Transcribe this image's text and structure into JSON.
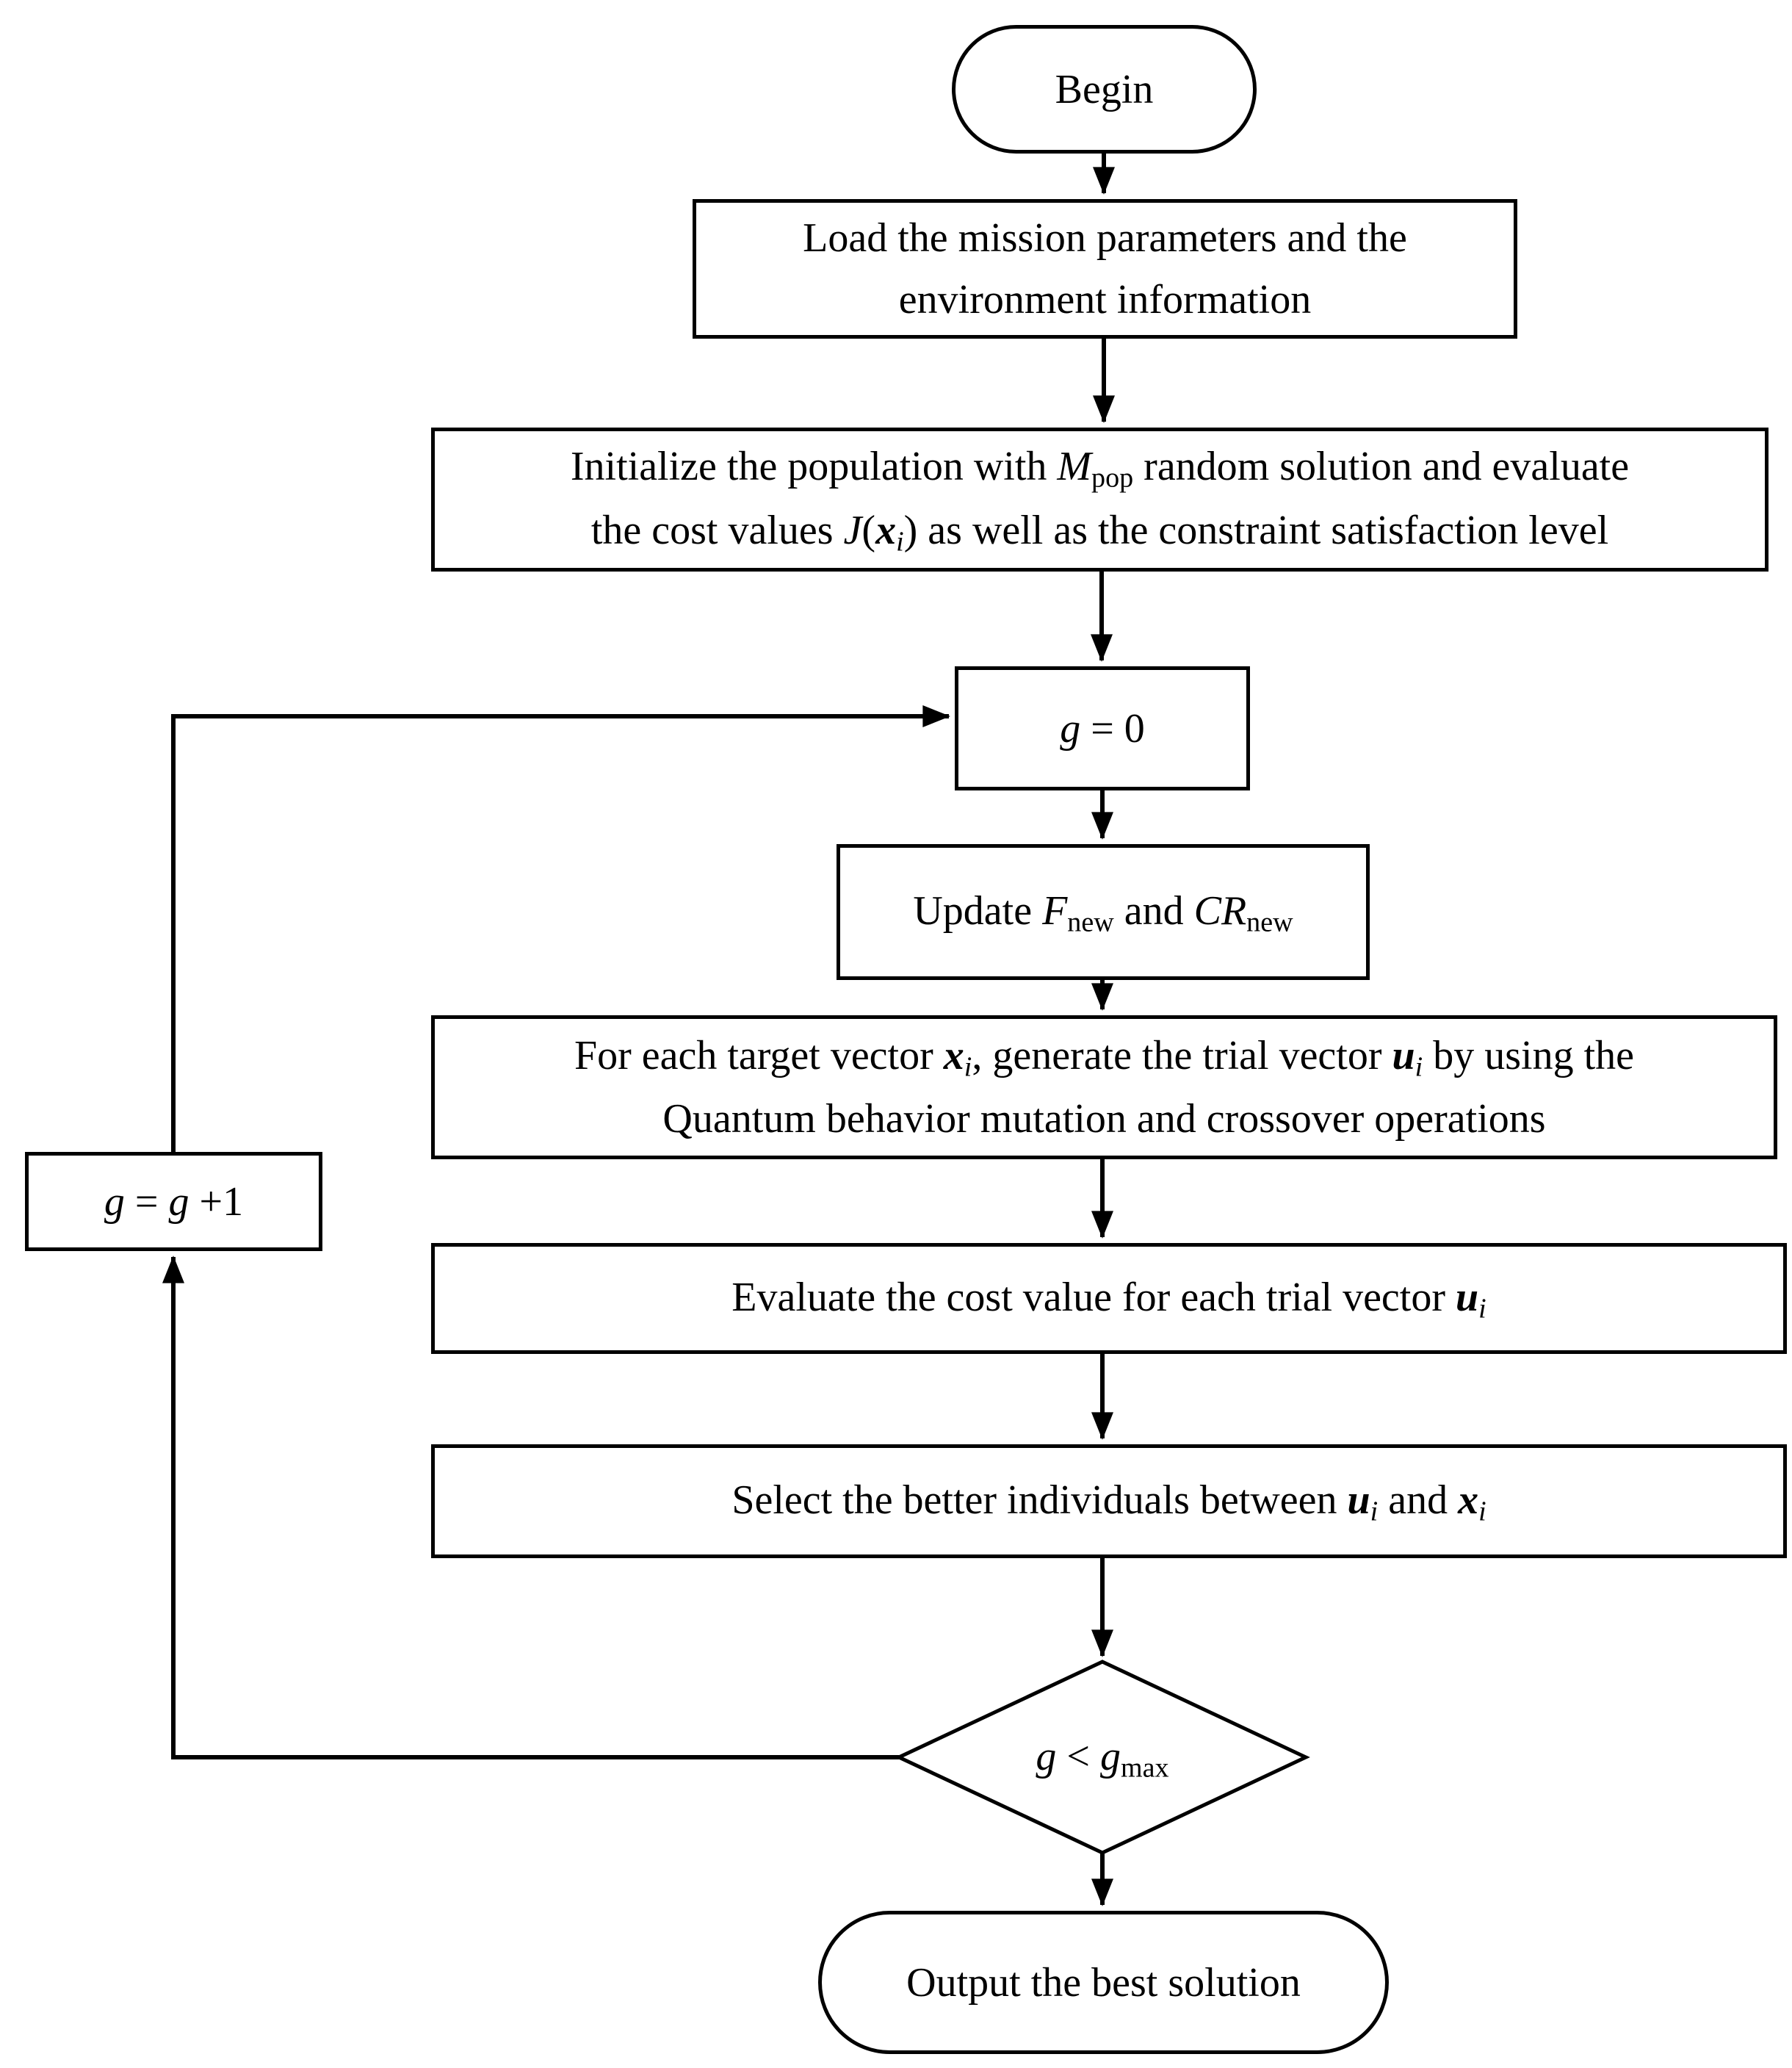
{
  "diagram": {
    "title": "Quantum-behaved differential evolution flowchart",
    "colors": {
      "stroke": "#000000",
      "background": "#ffffff",
      "text": "#000000"
    },
    "nodes": {
      "begin": {
        "shape": "stadium",
        "lines": [
          [
            {
              "t": "Begin"
            }
          ]
        ]
      },
      "load": {
        "shape": "rect",
        "lines": [
          [
            {
              "t": "Load the mission parameters and the"
            }
          ],
          [
            {
              "t": "environment information"
            }
          ]
        ]
      },
      "init": {
        "shape": "rect",
        "lines": [
          [
            {
              "t": "Initialize the population with "
            },
            {
              "t": "M",
              "s": "i"
            },
            {
              "t": "pop",
              "s": "sub"
            },
            {
              "t": " random solution and evaluate"
            }
          ],
          [
            {
              "t": "the cost values "
            },
            {
              "t": "J",
              "s": "i"
            },
            {
              "t": "("
            },
            {
              "t": "x",
              "s": "bi"
            },
            {
              "t": "i",
              "s": "subi"
            },
            {
              "t": ") as well as the constraint satisfaction level"
            }
          ]
        ]
      },
      "g_zero": {
        "shape": "rect",
        "lines": [
          [
            {
              "t": "g",
              "s": "i"
            },
            {
              "t": " = 0"
            }
          ]
        ]
      },
      "update": {
        "shape": "rect",
        "lines": [
          [
            {
              "t": "Update "
            },
            {
              "t": "F",
              "s": "i"
            },
            {
              "t": "new",
              "s": "sub"
            },
            {
              "t": " and "
            },
            {
              "t": "CR",
              "s": "i"
            },
            {
              "t": "new",
              "s": "sub"
            }
          ]
        ]
      },
      "generate": {
        "shape": "rect",
        "lines": [
          [
            {
              "t": "For each target vector "
            },
            {
              "t": "x",
              "s": "bi"
            },
            {
              "t": "i",
              "s": "subi"
            },
            {
              "t": ", generate the trial vector "
            },
            {
              "t": "u",
              "s": "bi"
            },
            {
              "t": "i",
              "s": "subi"
            },
            {
              "t": " by using the"
            }
          ],
          [
            {
              "t": "Quantum behavior mutation and crossover operations"
            }
          ]
        ]
      },
      "g_inc": {
        "shape": "rect",
        "lines": [
          [
            {
              "t": "g",
              "s": "i"
            },
            {
              "t": " = "
            },
            {
              "t": "g",
              "s": "i"
            },
            {
              "t": " +1"
            }
          ]
        ]
      },
      "evaluate": {
        "shape": "rect",
        "lines": [
          [
            {
              "t": "Evaluate the cost value for each trial vector "
            },
            {
              "t": "u",
              "s": "bi"
            },
            {
              "t": "i",
              "s": "subi"
            }
          ]
        ]
      },
      "select": {
        "shape": "rect",
        "lines": [
          [
            {
              "t": "Select the better individuals between "
            },
            {
              "t": "u",
              "s": "bi"
            },
            {
              "t": "i",
              "s": "subi"
            },
            {
              "t": " and "
            },
            {
              "t": "x",
              "s": "bi"
            },
            {
              "t": "i",
              "s": "subi"
            }
          ]
        ]
      },
      "decision": {
        "shape": "diamond",
        "lines": [
          [
            {
              "t": "g",
              "s": "i"
            },
            {
              "t": " < "
            },
            {
              "t": "g",
              "s": "i"
            },
            {
              "t": "max",
              "s": "sub"
            }
          ]
        ]
      },
      "output": {
        "shape": "stadium",
        "lines": [
          [
            {
              "t": "Output the best solution"
            }
          ]
        ]
      }
    }
  }
}
